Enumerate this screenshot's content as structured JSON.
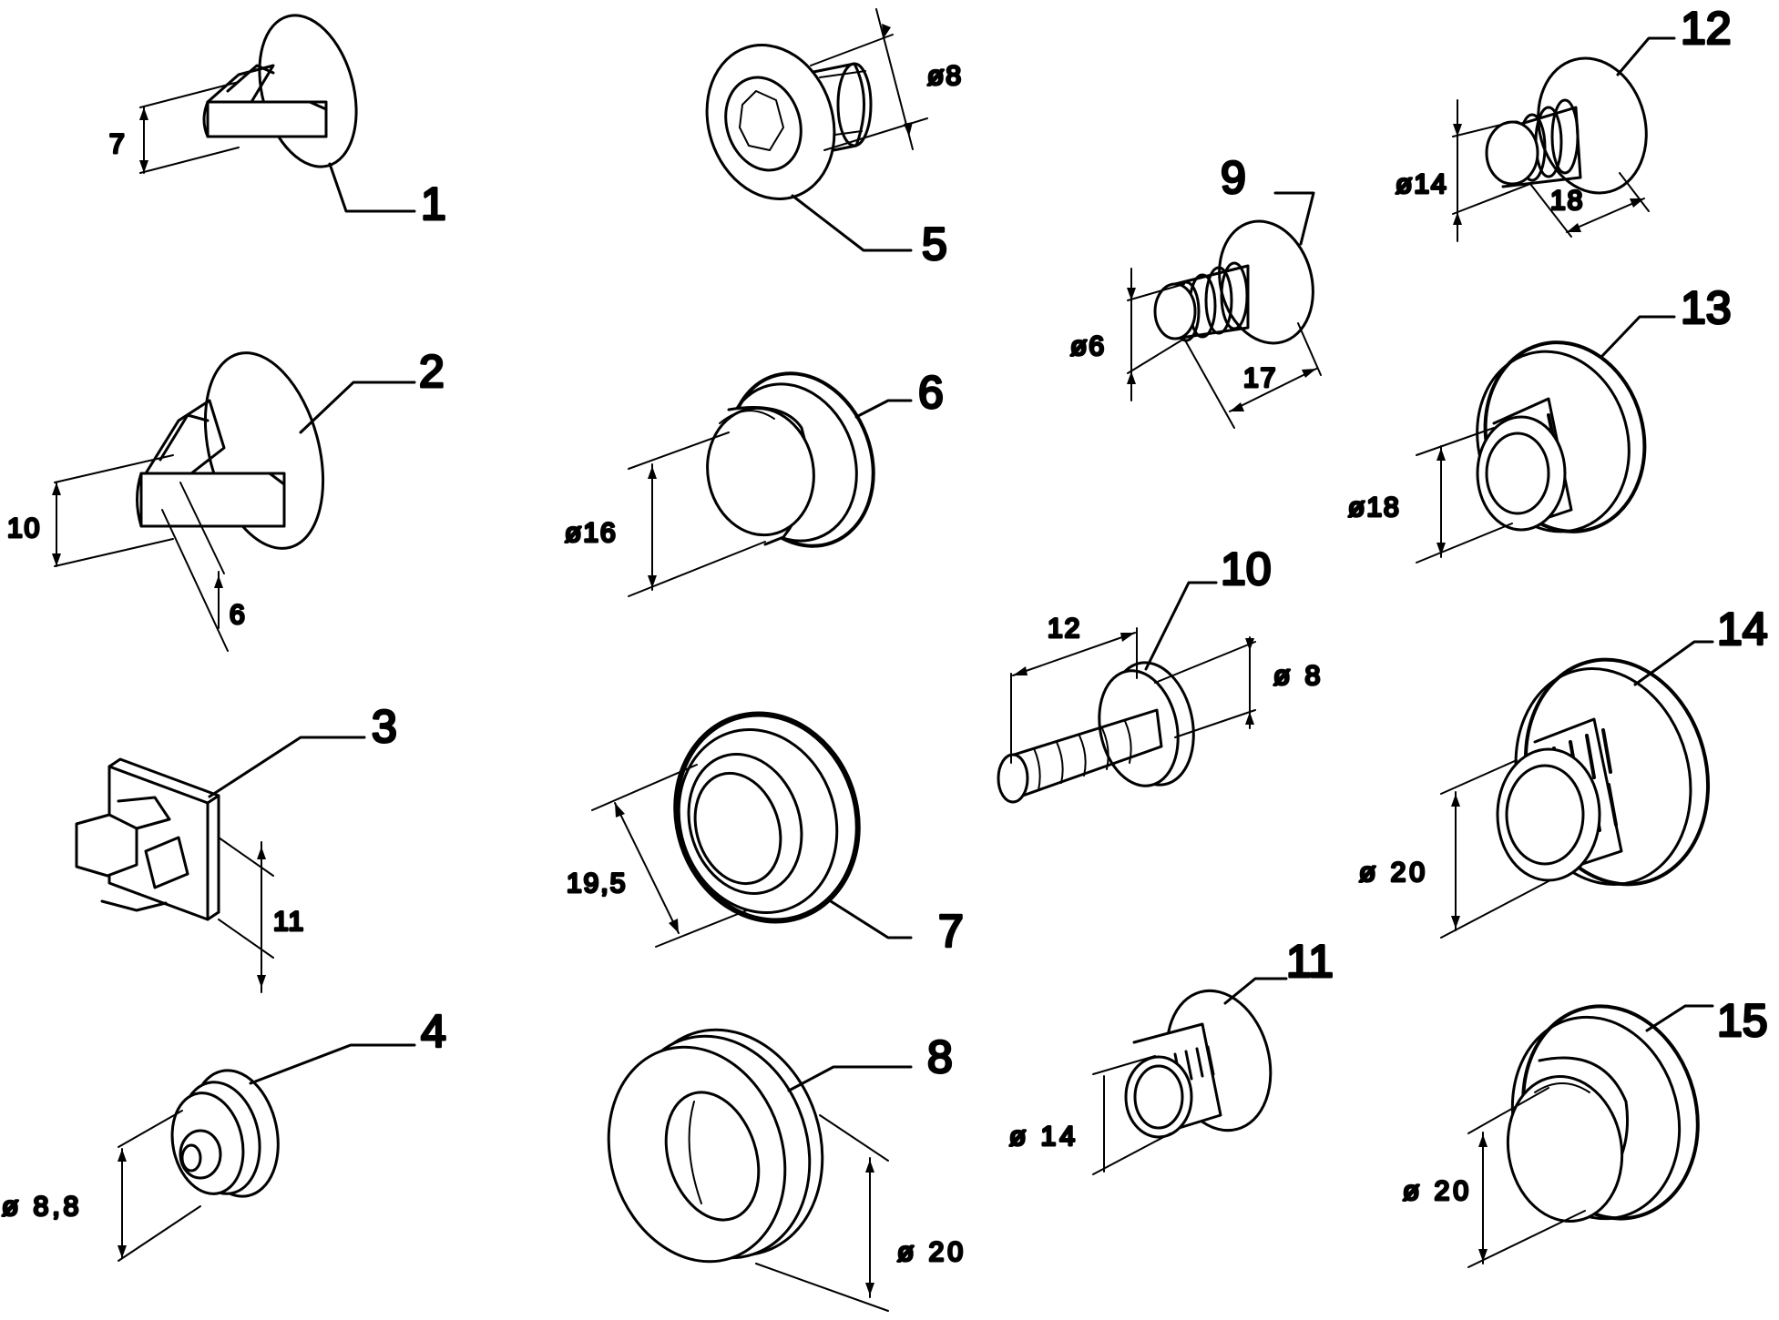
{
  "parts": [
    {
      "id": "part-1",
      "number": "1",
      "dims": [
        "7"
      ]
    },
    {
      "id": "part-2",
      "number": "2",
      "dims": [
        "10",
        "6"
      ]
    },
    {
      "id": "part-3",
      "number": "3",
      "dims": [
        "11"
      ]
    },
    {
      "id": "part-4",
      "number": "4",
      "dims": [
        "ø 8,8"
      ]
    },
    {
      "id": "part-5",
      "number": "5",
      "dims": [
        "ø8"
      ]
    },
    {
      "id": "part-6",
      "number": "6",
      "dims": [
        "ø16"
      ]
    },
    {
      "id": "part-7",
      "number": "7",
      "dims": [
        "19,5"
      ]
    },
    {
      "id": "part-8",
      "number": "8",
      "dims": [
        "ø 20"
      ]
    },
    {
      "id": "part-9",
      "number": "9",
      "dims": [
        "ø6",
        "17"
      ]
    },
    {
      "id": "part-10",
      "number": "10",
      "dims": [
        "12",
        "ø 8"
      ]
    },
    {
      "id": "part-11",
      "number": "11",
      "dims": [
        "ø 14"
      ]
    },
    {
      "id": "part-12",
      "number": "12",
      "dims": [
        "ø14",
        "18"
      ]
    },
    {
      "id": "part-13",
      "number": "13",
      "dims": [
        "ø18"
      ]
    },
    {
      "id": "part-14",
      "number": "14",
      "dims": [
        "ø 20"
      ]
    },
    {
      "id": "part-15",
      "number": "15",
      "dims": [
        "ø 20"
      ]
    }
  ],
  "colors": {
    "ink": "#000000",
    "paper": "#ffffff"
  }
}
